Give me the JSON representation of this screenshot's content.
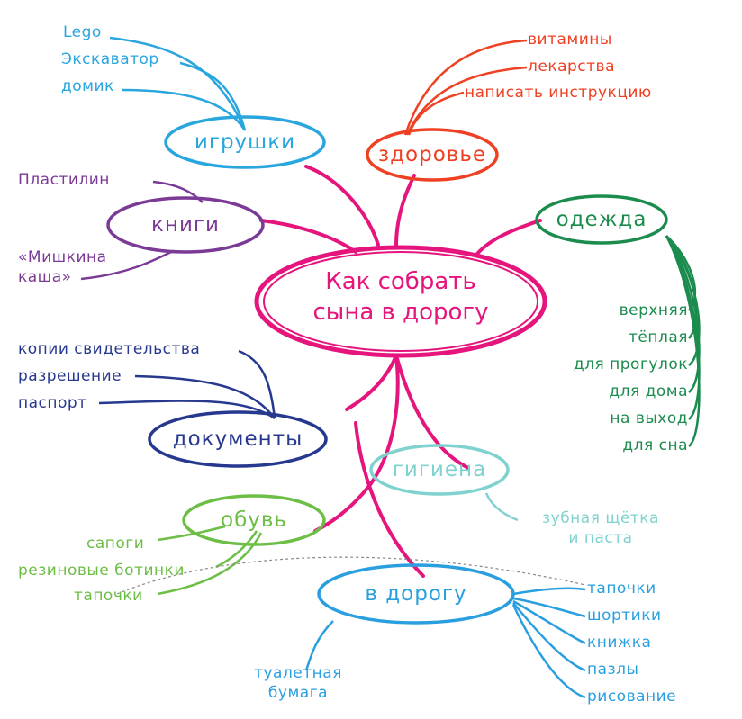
{
  "center": {
    "title_line1": "Как собрать",
    "title_line2": "сына в дорогу",
    "color": "#e5157d"
  },
  "branches": {
    "toys": {
      "label": "игрушки",
      "color": "#29a6dd",
      "items": [
        "Lego",
        "Экскаватор",
        "домик"
      ]
    },
    "health": {
      "label": "здоровье",
      "color": "#ef4023",
      "items": [
        "витамины",
        "лекарства",
        "написать инструкцию"
      ]
    },
    "books": {
      "label": "книги",
      "color": "#7b3a96",
      "items": [
        "Пластилин",
        "«Мишкина",
        "каша»"
      ]
    },
    "clothes": {
      "label": "одежда",
      "color": "#1b8c4e",
      "items": [
        "верхняя",
        "тёплая",
        "для прогулок",
        "для дома",
        "на выход",
        "для сна"
      ]
    },
    "documents": {
      "label": "документы",
      "color": "#27388f",
      "items": [
        "копии свидетельства",
        "разрешение",
        "паспорт"
      ]
    },
    "hygiene": {
      "label": "гигиена",
      "color": "#7fd2cf",
      "items": [
        "зубная щётка",
        "и паста"
      ]
    },
    "shoes": {
      "label": "обувь",
      "color": "#6cbe45",
      "items": [
        "сапоги",
        "резиновые ботинки",
        "тапочки"
      ]
    },
    "road": {
      "label": "в дорогу",
      "color": "#2a9fe0",
      "items": [
        "тапочки",
        "шортики",
        "книжка",
        "пазлы",
        "рисование"
      ],
      "left_items": [
        "туалетная",
        "бумага"
      ]
    }
  }
}
